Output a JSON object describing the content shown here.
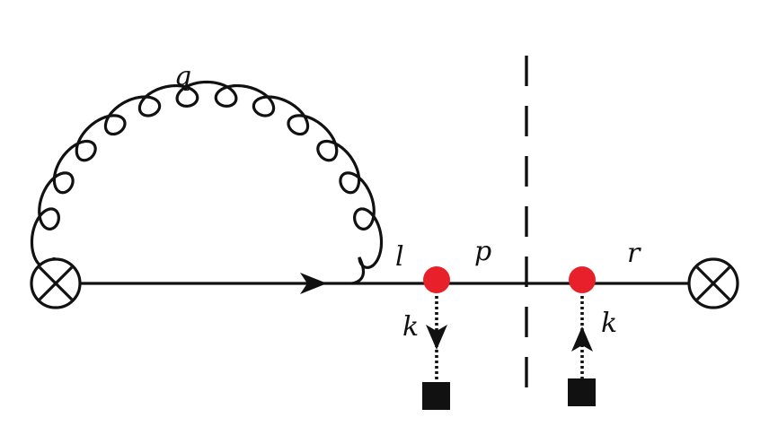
{
  "labels": {
    "gluon": "q",
    "quark_l": "l",
    "quark_p": "p",
    "quark_r": "r",
    "momentum_left": "k",
    "momentum_right": "k"
  },
  "colors": {
    "line": "#111111",
    "vertex": "#e8202a",
    "source": "#111111"
  },
  "icons": {
    "left_operator": "circled-cross-icon",
    "right_operator": "circled-cross-icon",
    "external_field": "filled-square-icon"
  }
}
